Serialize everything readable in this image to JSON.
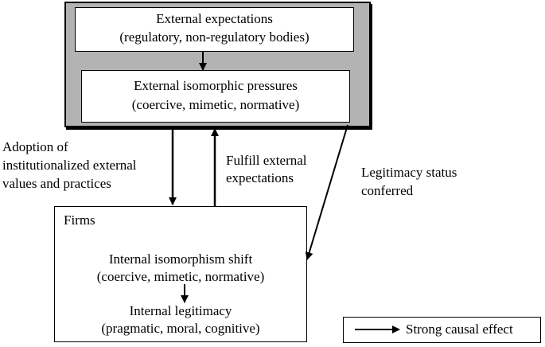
{
  "external_box": {
    "title": "External expectations",
    "subtitle": "(regulatory, non-regulatory bodies)"
  },
  "pressures_box": {
    "title": "External isomorphic pressures",
    "subtitle": "(coercive, mimetic, normative)"
  },
  "labels": {
    "adoption_line1": "Adoption of",
    "adoption_line2": "institutionalized external",
    "adoption_line3": "values and practices",
    "fulfill_line1": "Fulfill external",
    "fulfill_line2": "expectations",
    "legitimacy_line1": "Legitimacy status",
    "legitimacy_line2": "conferred"
  },
  "firms_box": {
    "title": "Firms",
    "shift_title": "Internal isomorphism shift",
    "shift_subtitle": "(coercive, mimetic, normative)",
    "legit_title": "Internal legitimacy",
    "legit_subtitle": "(pragmatic, moral, cognitive)"
  },
  "legend": {
    "label": "Strong causal effect"
  }
}
